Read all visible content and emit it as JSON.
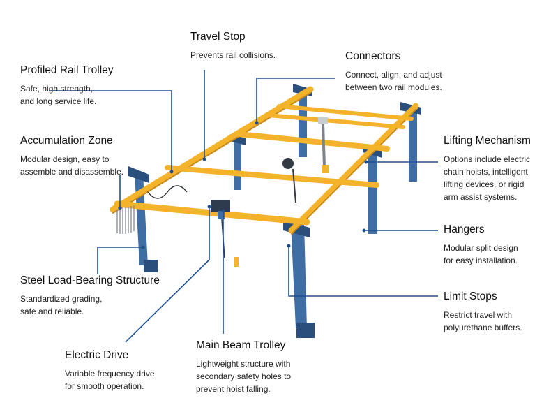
{
  "colors": {
    "rail": "#f3b32a",
    "rail_shadow": "#c9891a",
    "structure": "#3f6ea5",
    "structure_shadow": "#2b4f7c",
    "leader": "#1f4f8f",
    "hoist": "#333a44"
  },
  "callouts": [
    {
      "id": "travel-stop",
      "title": "Travel Stop",
      "lines": [
        "Prevents rail collisions."
      ]
    },
    {
      "id": "profiled-rail-trolley",
      "title": "Profiled Rail Trolley",
      "lines": [
        "Safe, high strength,",
        "and long service life."
      ]
    },
    {
      "id": "connectors",
      "title": "Connectors",
      "lines": [
        "Connect, align, and adjust",
        "between two rail modules."
      ]
    },
    {
      "id": "accumulation-zone",
      "title": "Accumulation Zone",
      "lines": [
        "Modular design, easy to",
        "assemble and disassemble."
      ]
    },
    {
      "id": "lifting-mechanism",
      "title": "Lifting Mechanism",
      "lines": [
        "Options include electric",
        "chain hoists, intelligent",
        "lifting devices, or rigid",
        "arm assist systems."
      ]
    },
    {
      "id": "hangers",
      "title": "Hangers",
      "lines": [
        "Modular split design",
        "for easy installation."
      ]
    },
    {
      "id": "steel-load-bearing-structure",
      "title": "Steel Load-Bearing Structure",
      "lines": [
        "Standardized grading,",
        "safe and reliable."
      ]
    },
    {
      "id": "limit-stops",
      "title": "Limit Stops",
      "lines": [
        "Restrict travel with",
        "polyurethane buffers."
      ]
    },
    {
      "id": "electric-drive",
      "title": "Electric Drive",
      "lines": [
        "Variable frequency drive",
        "for smooth operation."
      ]
    },
    {
      "id": "main-beam-trolley",
      "title": "Main Beam Trolley",
      "lines": [
        "Lightweight structure with",
        "secondary safety holes to",
        "prevent hoist falling."
      ]
    }
  ]
}
